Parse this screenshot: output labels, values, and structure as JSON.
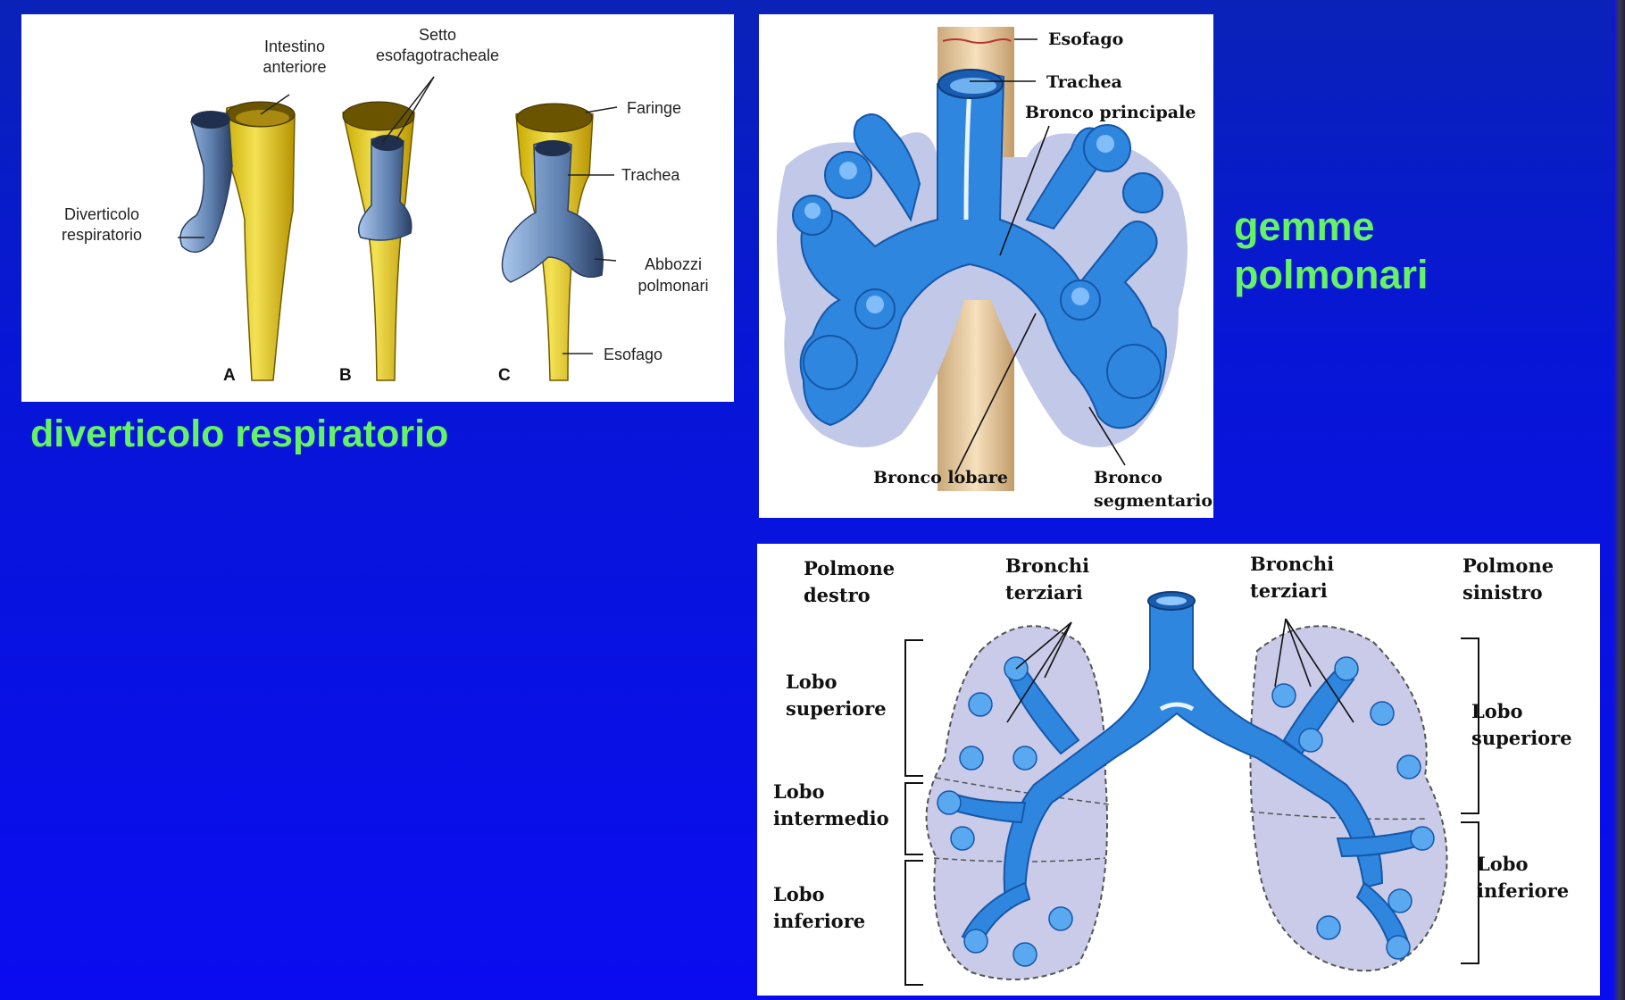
{
  "captions": {
    "left": "diverticolo respiratorio",
    "right_line1": "gemme",
    "right_line2": "polmonari"
  },
  "panel_a": {
    "labels": {
      "intestino": [
        "Intestino",
        "anteriore"
      ],
      "setto": [
        "Setto",
        "esofagotracheale"
      ],
      "diverticolo": [
        "Diverticolo",
        "respiratorio"
      ],
      "faringe": "Faringe",
      "trachea": "Trachea",
      "abbozzi": [
        "Abbozzi",
        "polmonari"
      ],
      "esofago": "Esofago"
    },
    "stages": [
      "A",
      "B",
      "C"
    ]
  },
  "panel_b": {
    "labels": {
      "esofago": "Esofago",
      "trachea": "Trachea",
      "bronco_principale": "Bronco principale",
      "bronco_lobare": "Bronco lobare",
      "bronco_segmentario": [
        "Bronco",
        "segmentario"
      ]
    }
  },
  "panel_c": {
    "labels": {
      "polmone_destro": [
        "Polmone",
        "destro"
      ],
      "bronchi_left": [
        "Bronchi",
        "terziari"
      ],
      "bronchi_right": [
        "Bronchi",
        "terziari"
      ],
      "polmone_sinistro": [
        "Polmone",
        "sinistro"
      ],
      "lobo_sup_l": [
        "Lobo",
        "superiore"
      ],
      "lobo_int": [
        "Lobo",
        "intermedio"
      ],
      "lobo_inf_l": [
        "Lobo",
        "inferiore"
      ],
      "lobo_sup_r": [
        "Lobo",
        "superiore"
      ],
      "lobo_inf_r": [
        "Lobo",
        "inferiore"
      ]
    }
  },
  "colors": {
    "background": "#0716d6",
    "caption": "#66f266",
    "endoderm_yellow": "#e8d23a",
    "bronchi_blue": "#2f8fe6",
    "lung_lilac": "#c9cbe8"
  }
}
